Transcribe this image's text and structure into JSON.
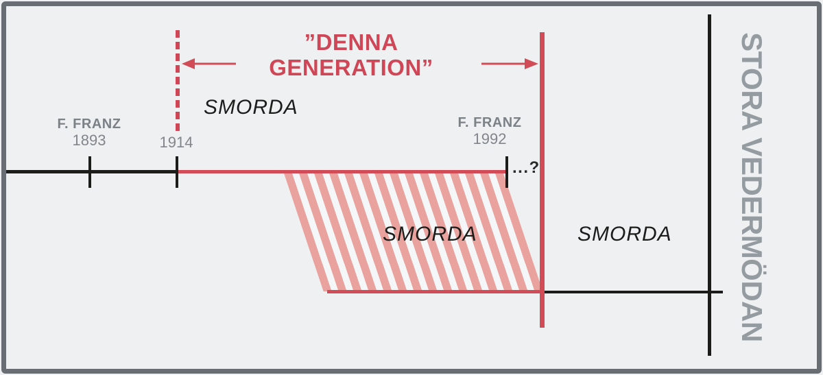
{
  "diagram": {
    "title": {
      "line1": "”DENNA",
      "line2": "GENERATION”"
    },
    "timeline": {
      "birth": {
        "name": "F. FRANZ",
        "year": "1893"
      },
      "generation_start_year": "1914",
      "death": {
        "name": "F. FRANZ",
        "year": "1992"
      },
      "open_end": "...?"
    },
    "zones": {
      "anointed_before": "SMORDA",
      "anointed_overlap": "SMORDA",
      "anointed_after": "SMORDA"
    },
    "side_axis": {
      "label": "STORA VEDERMÖDAN"
    },
    "colors": {
      "background": "#eef0f2",
      "frame_border": "#686e73",
      "accent_red": "#d24c58",
      "title_red": "#cf4757",
      "hatch_pink": "#e9a29d",
      "line_black": "#1c1c1a",
      "label_gray": "#7b8287",
      "side_label_gray": "#949ba1"
    }
  }
}
